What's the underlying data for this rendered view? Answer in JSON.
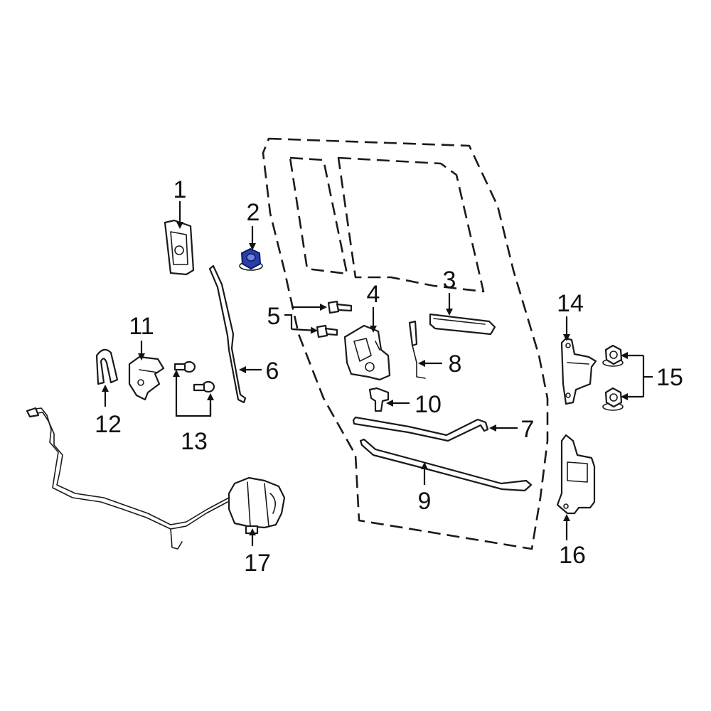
{
  "colors": {
    "line": "#1a1a1a",
    "background": "#ffffff",
    "highlight": "#2b3ea8"
  },
  "callouts": {
    "c1": "1",
    "c2": "2",
    "c3": "3",
    "c4": "4",
    "c5": "5",
    "c6": "6",
    "c7": "7",
    "c8": "8",
    "c9": "9",
    "c10": "10",
    "c11": "11",
    "c12": "12",
    "c13": "13",
    "c14": "14",
    "c15": "15",
    "c16": "16",
    "c17": "17"
  },
  "highlighted_part": "2"
}
